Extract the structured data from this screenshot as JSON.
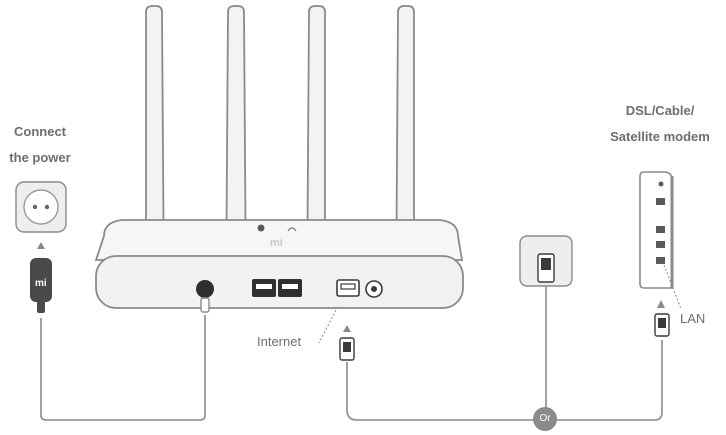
{
  "labels": {
    "power_line1": "Connect",
    "power_line2": "the power",
    "modem_line1": "DSL/Cable/",
    "modem_line2": "Satellite modem",
    "internet": "Internet",
    "lan": "LAN",
    "or": "Or",
    "plug_brand": "mi",
    "router_logo": "mi"
  },
  "colors": {
    "stroke": "#8a8a8a",
    "fill_light": "#ececec",
    "fill_mid": "#d9d9d9",
    "dark": "#3a3a3a",
    "text": "#6d6d6d"
  }
}
